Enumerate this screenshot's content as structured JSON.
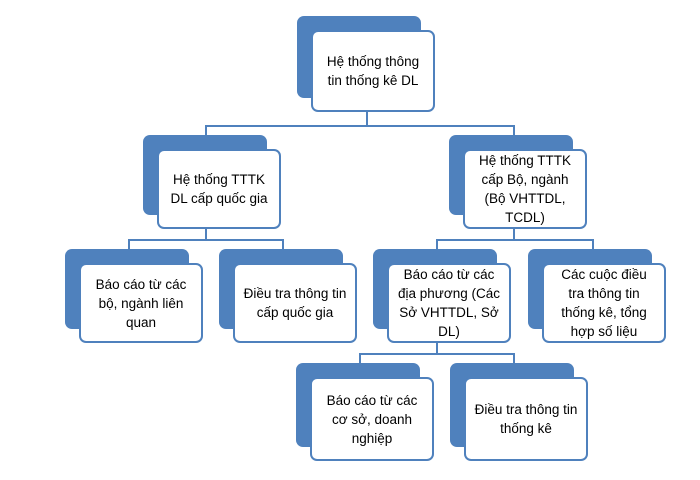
{
  "diagram": {
    "root": "Hệ thống thông tin thống kê DL",
    "national": "Hệ thống TTTK DL cấp quốc gia",
    "ministry": "Hệ thống TTTK cấp Bộ, ngành (Bộ VHTTDL, TCDL)",
    "reports_ministries": "Báo cáo từ các bộ, ngành liên quan",
    "national_survey": "Điều tra thông tin cấp quốc gia",
    "local_reports": "Báo cáo từ các địa phương (Các Sở VHTTDL, Sở DL)",
    "surveys_aggregation": "Các cuộc điều tra thông tin thống kê, tổng hợp số liệu",
    "enterprise_reports": "Báo cáo từ các cơ sở, doanh nghiệp",
    "statistical_survey": "Điều tra thông tin thống kê"
  },
  "colors": {
    "accent": "#4f81bd",
    "box_fill": "#ffffff",
    "text": "#000000"
  }
}
